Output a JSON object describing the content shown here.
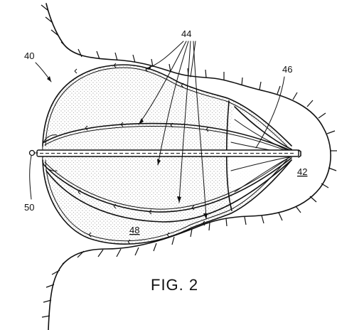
{
  "figure": {
    "caption": "FIG. 2",
    "labels": {
      "device": "40",
      "struts": "44",
      "distal": "46",
      "tip": "42",
      "proximal": "50",
      "mesh": "48"
    }
  }
}
